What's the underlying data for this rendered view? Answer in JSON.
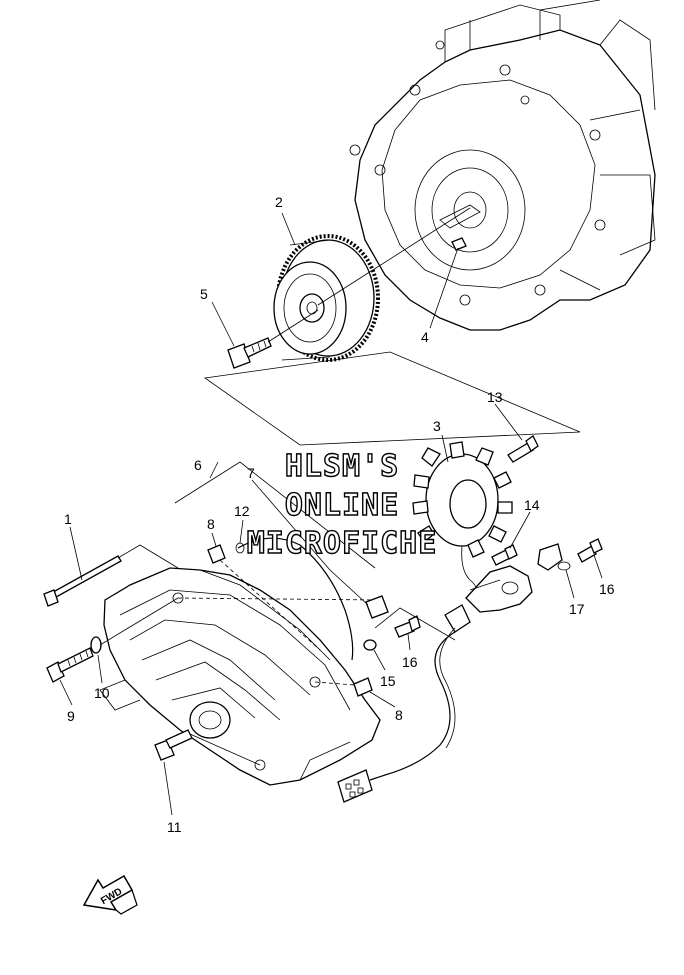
{
  "callouts": {
    "c1": "1",
    "c2": "2",
    "c3": "3",
    "c4": "4",
    "c5": "5",
    "c6": "6",
    "c7": "7",
    "c8a": "8",
    "c8b": "8",
    "c9": "9",
    "c10": "10",
    "c11": "11",
    "c12": "12",
    "c13": "13",
    "c14": "14",
    "c15": "15",
    "c16a": "16",
    "c16b": "16",
    "c17": "17"
  },
  "watermark": {
    "line1": "HLSM'S",
    "line2": "ONLINE",
    "line3": "MICROFICHE"
  },
  "direction_arrow": {
    "label": "FWD"
  }
}
